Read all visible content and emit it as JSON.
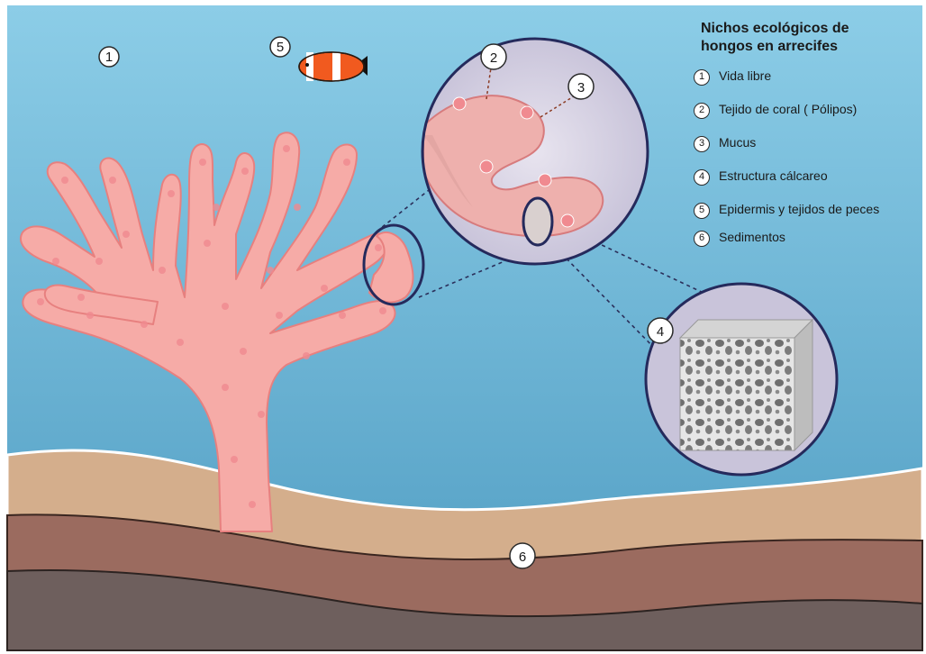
{
  "legend": {
    "title": "Nichos ecológicos de hongos en arrecifes",
    "items": [
      {
        "number": "1",
        "label": "Vida libre"
      },
      {
        "number": "2",
        "label": "Tejido de coral ( Pólipos)"
      },
      {
        "number": "3",
        "label": "Mucus"
      },
      {
        "number": "4",
        "label": "Estructura cálcareo"
      },
      {
        "number": "5",
        "label": "Epidermis y tejidos de peces"
      },
      {
        "number": "6",
        "label": "Sedimentos"
      }
    ]
  },
  "markers": {
    "free_living": "1",
    "coral_tissue": "2",
    "mucus": "3",
    "calcareous_structure": "4",
    "fish": "5",
    "sediments": "6"
  },
  "colors": {
    "water_top": "#86cbe6",
    "water_bottom": "#4f9fc4",
    "coral": "#f6a9a5",
    "coral_polyp": "#f07f86",
    "sand": "#d3ad8b",
    "sediment_mid": "#9a6a5e",
    "sediment_deep": "#6f5f5c",
    "outline": "#252a5c",
    "fish_orange": "#f05a1e"
  }
}
